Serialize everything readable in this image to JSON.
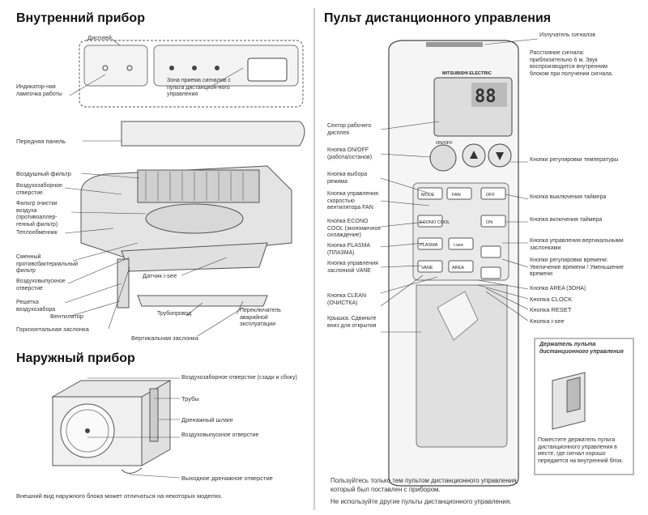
{
  "indoor": {
    "title": "Внутренний прибор",
    "labels": {
      "display": "Дисплей",
      "indicator": "Индикатор-ная лампочка работы",
      "reception": "Зона приема сигналов с пульта дистанцион-ного управления",
      "front_panel": "Передняя панель",
      "air_filter": "Воздушный фильтр",
      "intake": "Воздухозаборное отверстие",
      "deodorizing_filter": "Фильтр очистки воздуха (противоаллер-генный фильтр)",
      "heat_exchanger": "Теплообменник",
      "vent_filter": "Сменный противобактериальный фильтр",
      "outlet": "Воздуховыпускное отверстие",
      "grille": "Решетка воздухозабора",
      "fan": "Вентилятор",
      "horizontal_vane": "Горизонтальная заслонка",
      "i_see": "Датчик i-see",
      "pipe": "Трубопровод",
      "emergency": "Переключатель аварийной эксплуатации",
      "vertical_vane": "Вертикальная заслонка"
    }
  },
  "outdoor": {
    "title": "Наружный прибор",
    "labels": {
      "intake": "Воздухозаборное отверстие (сзади и сбоку)",
      "pipes": "Трубы",
      "drain_hose": "Дренажный шланг",
      "outlet": "Воздуховыпускное отверстие",
      "drain_outlet": "Выходное дренажное отверстие"
    },
    "note": "Внешний вид наружного блока может отличаться на некоторых моделях."
  },
  "remote": {
    "title": "Пульт дистанционного управления",
    "brand": "MITSUBISHI ELECTRIC",
    "display_digits": "88",
    "buttons": {
      "onoff": "ON/OFF",
      "mode": "MODE",
      "fan": "FAN",
      "econo": "ECONO COOL",
      "plasma": "PLASMA",
      "vane": "VANE",
      "area": "AREA",
      "i_see": "i-see",
      "on": "ON",
      "off": "OFF"
    },
    "labels_left": {
      "emitter": "Излучатель сигналов",
      "sector": "Сектор рабочего дисплея",
      "onoff": "Кнопка ON/OFF (работа/останов)",
      "mode": "Кнопка выбора режима",
      "fan": "Кнопка управления скоростью вентилятора FAN",
      "econo": "Кнопка ECONO COOL (экономичное охлаждение)",
      "plasma": "Кнопка PLASMA (ПЛАЗМА)",
      "vane": "Кнопка управления заслонкой VANE",
      "clean": "Кнопка CLEAN (ОЧИСТКА)",
      "cover": "Крышка. Сдвиньте вниз для открытия"
    },
    "labels_right": {
      "emitter_note": "Расстояние сигнала: приблизительно 6 м. Звук воспроизводится внутренним блоком при получении сигнала.",
      "temp": "Кнопки регулировки температуры",
      "off_timer": "Кнопка выключения таймера",
      "on_timer": "Кнопка включения таймера",
      "widevane": "Кнопка управления вертикальными заслонками",
      "time": "Кнопки регулировки времени: Увеличение времени / Уменьшение времени",
      "area": "Кнопка AREA (ЗОНА)",
      "clock": "Кнопка CLOCK",
      "reset": "Кнопка RESET",
      "isee": "Кнопка i-see"
    },
    "holder": {
      "title": "Держатель пульта дистанционного управления",
      "text": "Поместите держатель пульта дистанционного управления в месте, где сигнал хорошо передается на внутренний блок."
    },
    "note1": "Пользуйтесь только тем пультом дистанционного управления, который был поставлен с прибором.",
    "note2": "Не используйте другие пульты дистанционного управления."
  }
}
